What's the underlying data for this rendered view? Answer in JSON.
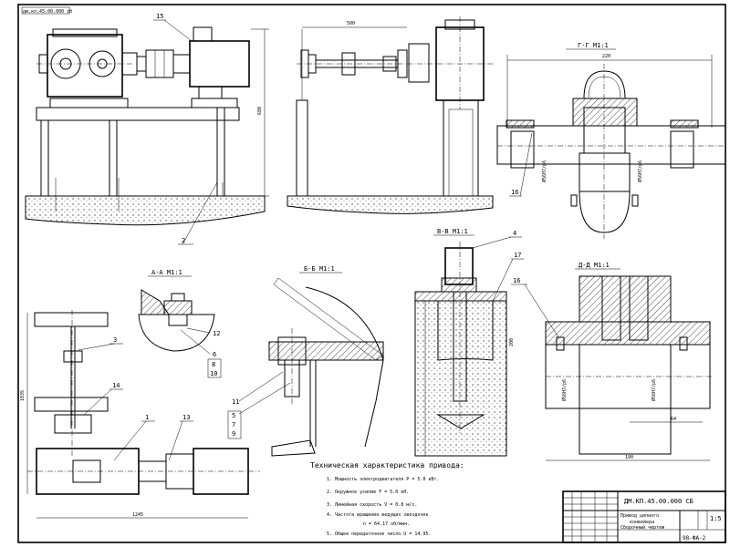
{
  "sheet": {
    "corner_stamp": "дм.кп.45.00.000 сб"
  },
  "views": {
    "gg": "Г-Г М1:1",
    "aa": "А-А М1:1",
    "bb": "Б-Б М1:1",
    "vv": "В-В М1:1",
    "dd": "Д-Д М1:1"
  },
  "dims": {
    "d500": "500",
    "d220": "220",
    "d680": "680",
    "d200": "200",
    "d1035": "1035",
    "d1245": "1245",
    "d190": "190",
    "d64": "64",
    "fit": "Ø56H7/p6"
  },
  "callouts": [
    "15",
    "2",
    "3",
    "14",
    "1",
    "13",
    "12",
    "6",
    "8",
    "10",
    "11",
    "5",
    "7",
    "9",
    "4",
    "17",
    "16"
  ],
  "tech": {
    "title": "Техническая характеристика привода:",
    "items": [
      "1. Мощность электродвигателя P = 5.0 кВт.",
      "2. Окружное усилие F = 5.0 кН.",
      "3. Линейная скорость V = 0.8 м/с.",
      "4. Частота вращения ведущих звездочек",
      "n = 64.17 об/мин.",
      "5. Общее передаточное число U = 14.95."
    ]
  },
  "titleblock": {
    "code": "ДМ.КП.45.00.000 СБ",
    "name_line1": "Привод цепного",
    "name_line2": "конвейера",
    "name_line3": "Сборочный чертеж",
    "scale": "1:5",
    "sheet_code": "98-ФА-2"
  }
}
